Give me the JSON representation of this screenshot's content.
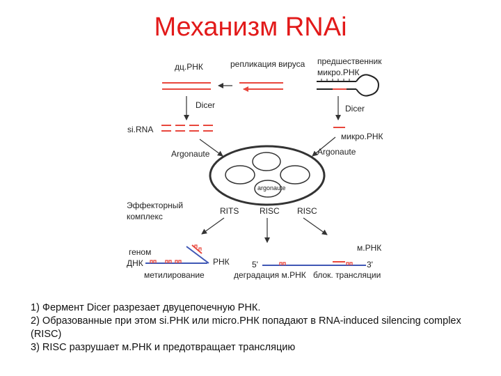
{
  "title": "Механизм RNAi",
  "diagram": {
    "dsRNA": "дц.РНК",
    "virus_replication": "репликация вируса",
    "pre_miRNA_line1": "предшественник",
    "pre_miRNA_line2": "микро.РНК",
    "dicer_left": "Dicer",
    "dicer_right": "Dicer",
    "siRNA": "si.RNA",
    "miRNA": "микро.РНК",
    "argonaute_left": "Argonaute",
    "argonaute_right": "Argonaute",
    "argonaute_small": "argonaute",
    "effector_line1": "Эффекторный",
    "effector_line2": "комплекс",
    "rits": "RITS",
    "risc_center": "RISC",
    "risc_right": "RISC",
    "genome": "геном",
    "dna": "ДНК",
    "rna": "РНК",
    "methylation": "метилирование",
    "five_prime": "5'",
    "mrna_degradation": "деградация м.РНК",
    "mrna": "м.РНК",
    "three_prime": "3'",
    "translation_block": "блок. трансляции"
  },
  "caption": [
    "1) Фермент Dicer разрезает двуцепочечную РНК.",
    "2) Образованные при этом si.РНК или micro.РНК попадают в RNA-induced silencing complex (RISC)",
    "3) RISC разрушает м.РНК и предотвращает трансляцию"
  ],
  "colors": {
    "title": "#e21a1a",
    "rna": "#e8463c",
    "dna": "#3f57b5"
  }
}
